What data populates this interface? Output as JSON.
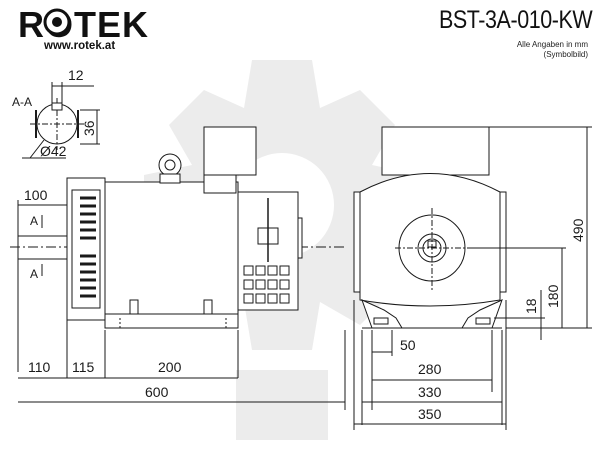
{
  "header": {
    "brand": "ROTEK",
    "url": "www.rotek.at",
    "model": "BST-3A-010-KW",
    "note_units": "Alle Angaben in mm",
    "note_symbol": "(Symbolbild)"
  },
  "section": {
    "label": "A-A",
    "key_width": "12",
    "shaft_height": "36",
    "shaft_diameter": "Ø42"
  },
  "side_view": {
    "shaft_length": "100",
    "cut_label_top": "A",
    "cut_label_bottom": "A",
    "dims": [
      "110",
      "115",
      "200",
      "600"
    ]
  },
  "front_view": {
    "height_total": "490",
    "shaft_center_height": "180",
    "foot_height": "18",
    "dims": [
      "50",
      "280",
      "330",
      "350"
    ]
  },
  "colors": {
    "line": "#1a1a1a",
    "watermark": "#ececec",
    "body_fill": "#ffffff"
  }
}
